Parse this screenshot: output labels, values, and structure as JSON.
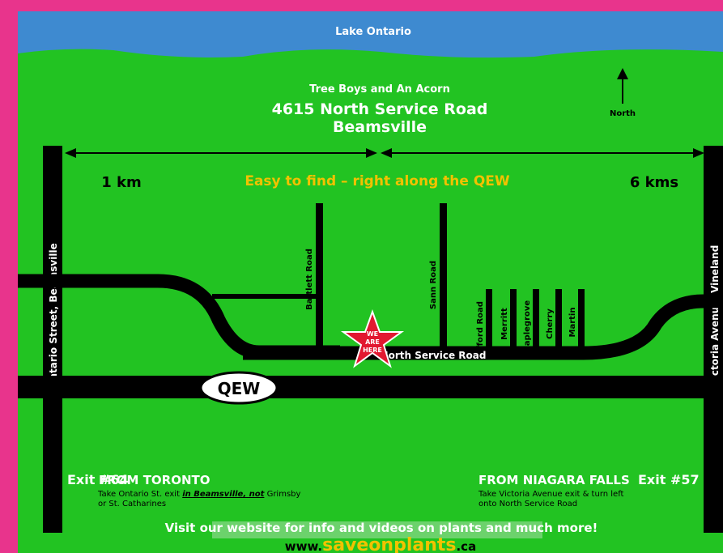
{
  "colors": {
    "border": "#e8348c",
    "land": "#22c322",
    "water": "#3e8ad0",
    "road": "#000000",
    "highlight": "#f2c200",
    "star": "#e21830",
    "website_brand": "#f2c200"
  },
  "map": {
    "lake_label": "Lake Ontario",
    "business_name": "Tree Boys and An Acorn",
    "address_line1": "4615 North Service Road",
    "address_line2": "Beamsville",
    "north_label": "North",
    "distance_left": "1 km",
    "distance_right": "6 kms",
    "tagline": "Easy to find – right along the QEW",
    "roads": {
      "ontario_street": "Ontario Street, Beamsville",
      "victoria_avenue": "Victoria Avenue, Vineland",
      "bartlett": "Bartlett Road",
      "sann": "Sann Road",
      "tufford": "Tufford Road",
      "merritt": "Merritt",
      "maplegrove": "Maplegrove",
      "cherry": "Cherry",
      "martin": "Martin",
      "north_service": "North Service Road",
      "highway": "QEW"
    },
    "marker": {
      "line1": "WE",
      "line2": "ARE",
      "line3": "HERE"
    },
    "directions": {
      "left_exit": "Exit #64",
      "left_heading": "FROM TORONTO",
      "left_text_pre": "Take Ontario St. exit ",
      "left_text_emph": "in Beamsville, not",
      "left_text_post": " Grimsby",
      "left_text_line2": "or St. Catharines",
      "right_exit": "Exit #57",
      "right_heading": "FROM NIAGARA FALLS",
      "right_text_line1": "Take Victoria Avenue exit & turn left",
      "right_text_line2": "onto North Service Road"
    },
    "footer": {
      "promo": "Visit our website for info and videos on plants and much more!",
      "url_prefix": "www.",
      "url_brand": "saveonplants",
      "url_suffix": ".ca"
    }
  }
}
